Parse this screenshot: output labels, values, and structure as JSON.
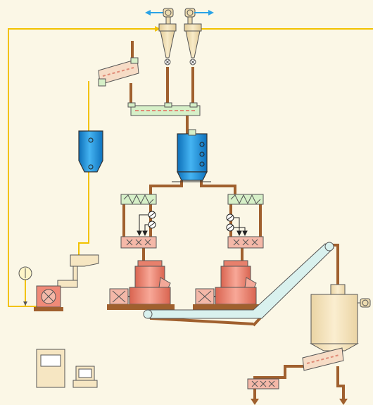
{
  "diagram": {
    "type": "process-flow-schematic",
    "printed_text": [],
    "colors": {
      "background": "#fbf7e6",
      "product_line": "#a0602e",
      "air_line": "#f2c200",
      "cyclone": "#eddcb0",
      "silo": "#1e8fd8",
      "mill": "#f08a78",
      "feeder": "#f4b8a8",
      "screw_conveyor": "#d6f0c8",
      "belt_conveyor": "#d9f1ee",
      "hopper": "#f6e6c2",
      "fan_arrow": "#2aa3e6"
    },
    "components": [
      "exhaust-fan-left",
      "exhaust-fan-right",
      "cyclone-left",
      "cyclone-right",
      "inclined-screw-top",
      "collecting-screw",
      "blue-silo-left",
      "blue-silo-center",
      "screw-feeder-left",
      "screw-feeder-right",
      "rotary-feeder-left",
      "rotary-feeder-right",
      "grinding-mill-left",
      "grinding-mill-right",
      "air-blower",
      "pressure-gauge",
      "cooler-unit",
      "bucket-elevator",
      "collecting-hopper",
      "hopper-fan",
      "inclined-screw-bottom",
      "bottom-rotary-feeder",
      "control-cabinet",
      "operator-terminal"
    ]
  }
}
